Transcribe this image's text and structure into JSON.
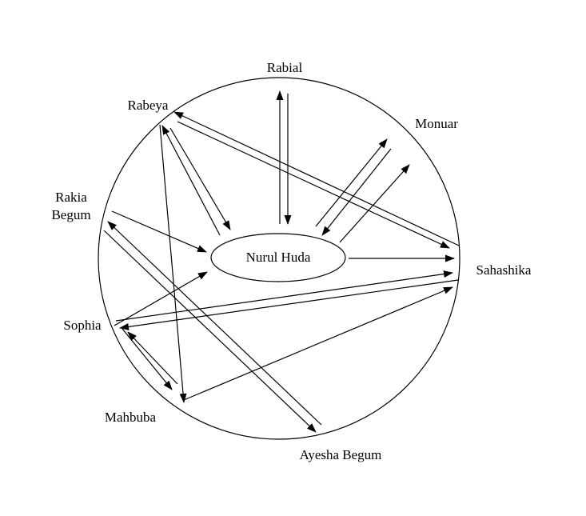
{
  "diagram": {
    "center": {
      "label": "Nurul Huda"
    },
    "people": {
      "rabial": "Rabial",
      "rabeya": "Rabeya",
      "monuar": "Monuar",
      "rakia_line1": "Rakia",
      "rakia_line2": "Begum",
      "sahashika": "Sahashika",
      "sophia": "Sophia",
      "mahbuba": "Mahbuba",
      "ayesha": "Ayesha Begum"
    },
    "edges": [
      {
        "from": "Rabial",
        "to": "Nurul Huda"
      },
      {
        "from": "Nurul Huda",
        "to": "Rabial"
      },
      {
        "from": "Rabeya",
        "to": "Nurul Huda"
      },
      {
        "from": "Nurul Huda",
        "to": "Rabeya"
      },
      {
        "from": "Nurul Huda",
        "to": "Monuar"
      },
      {
        "from": "Monuar",
        "to": "Nurul Huda"
      },
      {
        "from": "Nurul Huda",
        "to": "Monuar"
      },
      {
        "from": "Nurul Huda",
        "to": "Sahashika"
      },
      {
        "from": "Rakia Begum",
        "to": "Nurul Huda"
      },
      {
        "from": "Sophia",
        "to": "Nurul Huda"
      },
      {
        "from": "Sahashika",
        "to": "Rabeya"
      },
      {
        "from": "Rabeya",
        "to": "Sahashika"
      },
      {
        "from": "Rabeya",
        "to": "Mahbuba"
      },
      {
        "from": "Sophia",
        "to": "Sahashika"
      },
      {
        "from": "Sahashika",
        "to": "Sophia"
      },
      {
        "from": "Mahbuba",
        "to": "Sahashika"
      },
      {
        "from": "Rakia Begum",
        "to": "Ayesha Begum"
      },
      {
        "from": "Ayesha Begum",
        "to": "Rakia Begum"
      },
      {
        "from": "Sophia",
        "to": "Mahbuba"
      },
      {
        "from": "Mahbuba",
        "to": "Sophia"
      }
    ]
  }
}
